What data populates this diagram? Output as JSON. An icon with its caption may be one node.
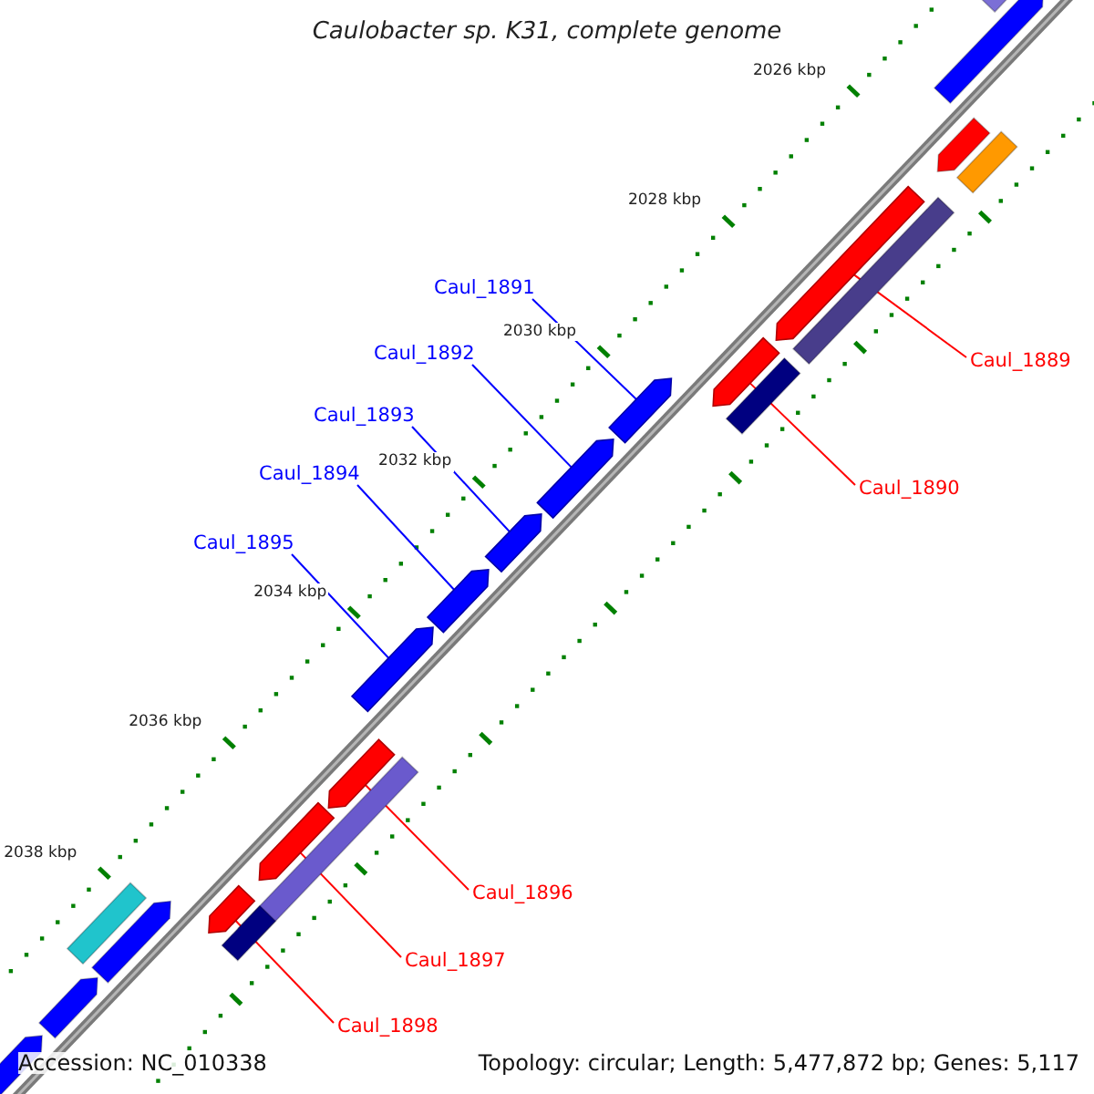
{
  "diagram": {
    "title": "Caulobacter sp. K31, complete genome",
    "nodes": [
      {
        "text": [
          "Caul_1891"
        ]
      },
      {
        "text": [
          "Caul_1892"
        ]
      },
      {
        "text": [
          "Caul_1889"
        ]
      },
      {
        "text": [
          "Caul_1893"
        ]
      },
      {
        "text": [
          "Caul_1890"
        ]
      },
      {
        "text": [
          "Caul_1894"
        ]
      },
      {
        "text": [
          "Caul_1895"
        ]
      },
      {
        "text": [
          "Caul_1896"
        ]
      },
      {
        "text": [
          "Caul_1897"
        ]
      },
      {
        "text": [
          "Caul_1898"
        ]
      },
      {
        "text": [],
        "shape": "arrow"
      },
      {
        "text": [],
        "shape": "arrow"
      },
      {
        "text": [],
        "shape": "arrow"
      },
      {
        "text": [],
        "shape": "arrow"
      },
      {
        "text": [],
        "shape": "arrow"
      },
      {
        "text": [],
        "shape": "arrow"
      },
      {
        "text": [],
        "shape": "arrow"
      },
      {
        "text": [],
        "shape": "arrow"
      },
      {
        "text": [],
        "shape": "arrow"
      },
      {
        "text": [],
        "shape": "arrow"
      }
    ],
    "edges": [
      {
        "from": 0,
        "to": 10,
        "arrow": "none"
      },
      {
        "from": 1,
        "to": 11,
        "arrow": "none"
      },
      {
        "from": 2,
        "to": 12,
        "arrow": "none",
        "color": "#ff0000"
      },
      {
        "from": 3,
        "to": 13,
        "arrow": "none"
      },
      {
        "from": 4,
        "to": 14,
        "arrow": "none",
        "color": "#ff0000"
      },
      {
        "from": 5,
        "to": 15,
        "arrow": "none"
      },
      {
        "from": 6,
        "to": 16,
        "arrow": "none"
      },
      {
        "from": 7,
        "to": 17,
        "arrow": "none",
        "color": "#ff0000"
      },
      {
        "from": 8,
        "to": 18,
        "arrow": "none",
        "color": "#ff0000"
      },
      {
        "from": 9,
        "to": 19,
        "arrow": "none",
        "color": "#ff0000"
      }
    ],
    "labels": [
      "2026 kbp",
      "2028 kbp",
      "2030 kbp",
      "2032 kbp",
      "2034 kbp",
      "2036 kbp",
      "2038 kbp",
      "Accession: NC_010338",
      "Topology: circular; Length: 5,477,872 bp; Genes: 5,117"
    ]
  }
}
